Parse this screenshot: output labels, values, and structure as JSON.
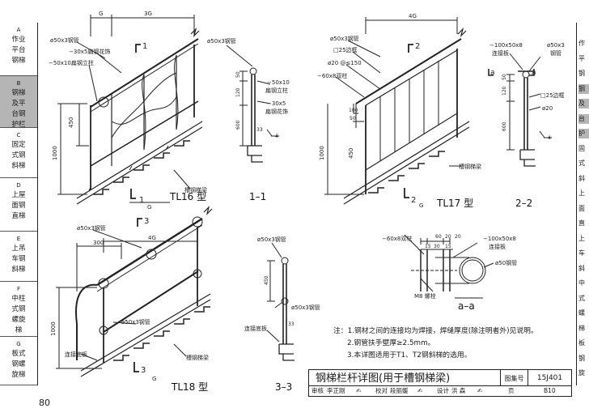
{
  "sidebar": {
    "items": [
      {
        "letter": "A",
        "lines": [
          "作业",
          "平台",
          "钢梯"
        ]
      },
      {
        "letter": "B",
        "lines": [
          "钢梯",
          "及平",
          "台钢",
          "护栏"
        ],
        "active": true
      },
      {
        "letter": "C",
        "lines": [
          "固定",
          "式钢",
          "斜梯"
        ]
      },
      {
        "letter": "D",
        "lines": [
          "上屋",
          "面钢",
          "直梯"
        ]
      },
      {
        "letter": "E",
        "lines": [
          "上吊",
          "车钢",
          "斜梯"
        ]
      },
      {
        "letter": "F",
        "lines": [
          "中柱",
          "式钢",
          "螺旋",
          "梯"
        ]
      },
      {
        "letter": "G",
        "lines": [
          "板式",
          "钢螺",
          "旋梯"
        ]
      }
    ]
  },
  "right_strip": {
    "items": [
      "作",
      "平",
      "钢",
      "钢",
      "及",
      "台",
      "护",
      "固",
      "式",
      "斜",
      "上",
      "面",
      "直",
      "上",
      "车",
      "斜",
      "中",
      "式",
      "螺",
      "梯",
      "板",
      "钢",
      "旋"
    ]
  },
  "drawings": {
    "tl16": {
      "dims": [
        "G",
        "3G"
      ],
      "labels": [
        "ø50x3钢管",
        "−30x5扁钢花饰",
        "−50x10扁钢立柱",
        "槽钢梯梁"
      ],
      "dim_450": "450",
      "dim_1000": "1000",
      "dim_g": "G",
      "section_top": "1",
      "section_bottom": "1",
      "caption": "TL16  型"
    },
    "s11": {
      "labels": [
        "ø50x3钢管",
        "−50x10",
        "扁钢立柱",
        "−30x5",
        "扁钢花饰"
      ],
      "dims": [
        "50",
        "120",
        "600",
        "33"
      ],
      "weld": "4",
      "caption": "1–1"
    },
    "tl17": {
      "dim_top": "4G",
      "labels": [
        "ø50x3钢管",
        "□25边框",
        "ø20 @≤150",
        "−60x8双柱",
        "槽钢梯梁"
      ],
      "dims": [
        "1000",
        "450",
        "G"
      ],
      "dims_small": [
        "100",
        "50"
      ],
      "section_top": "2",
      "section_bottom": "2",
      "caption": "TL17  型"
    },
    "s22": {
      "labels": [
        "−100x50x8",
        "连接板",
        "ø50x3",
        "钢管",
        "□25边框",
        "ø20"
      ],
      "marker": "a",
      "dims": [
        "50",
        "120",
        "600"
      ],
      "weld": "4",
      "caption": "2–2"
    },
    "tl18": {
      "labels": [
        "ø50x3钢管",
        "ø50x3钢管",
        "连接底板",
        "槽钢梯梁"
      ],
      "dims": [
        "300",
        "4G",
        "1000",
        "G"
      ],
      "section_top": "3",
      "section_bottom": "3",
      "caption": "TL18  型"
    },
    "s33": {
      "labels": [
        "ø50x3钢管",
        "ø50x3钢管",
        "连接底板"
      ],
      "dims": [
        "450",
        "33"
      ],
      "caption": "3–3"
    },
    "saa": {
      "labels": [
        "−60x8双柱",
        "−100x50x8",
        "连接板",
        "ø50钢管",
        "M8 螺栓"
      ],
      "dims": [
        "60",
        "20",
        "20",
        "15",
        "30",
        "15"
      ],
      "caption": "a–a"
    }
  },
  "notes": {
    "lines": [
      "注：1.钢材之间的连接均为焊接，焊缝厚度(除注明者外)见说明。",
      "2.钢管扶手壁厚≥2.5mm。",
      "3.本详图适用于T1、T2钢斜梯的选用。"
    ]
  },
  "title_block": {
    "title": "钢梯栏杆详图(用于槽钢梯梁)",
    "atlas_label": "图集号",
    "atlas_value": "15J401",
    "review_label": "审核",
    "review_name": "李正刚",
    "check_label": "校对",
    "check_name": "段丽媛",
    "design_label": "设计",
    "design_name": "洪 森",
    "page_label": "页",
    "page_value": "B10"
  },
  "page_number": "80"
}
